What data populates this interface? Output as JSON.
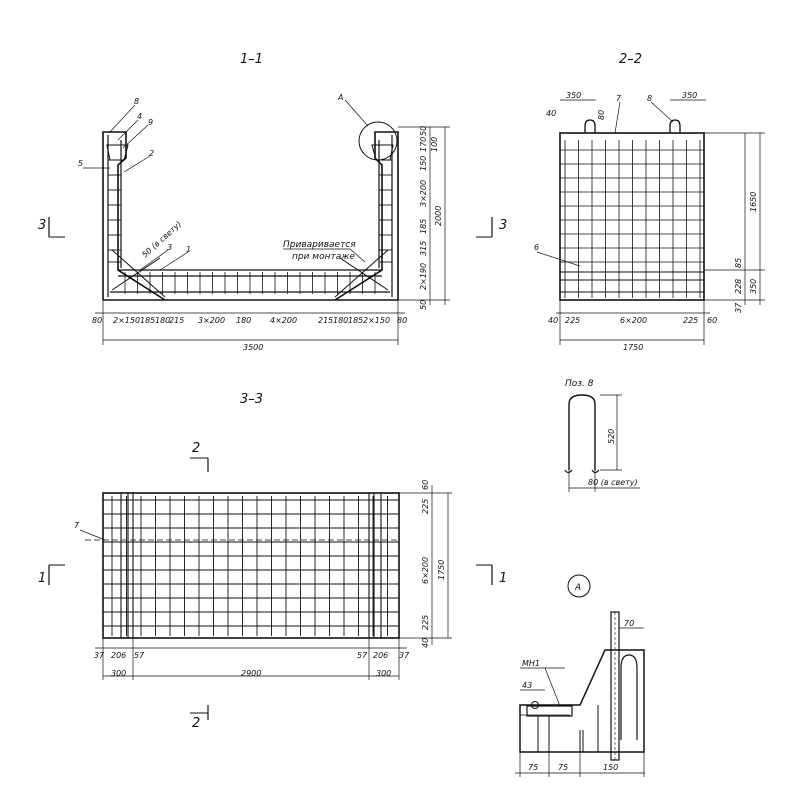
{
  "sec11": {
    "title": "1–1",
    "labels": {
      "p8": "8",
      "p4": "4",
      "p9": "9",
      "p5": "5",
      "p2": "2",
      "p3": "3",
      "p1": "1",
      "pA": "A"
    },
    "note_weld": "Приваривается",
    "note_weld2": "при монтаже",
    "note_clear": "50 (в свету)",
    "dims_bottom": [
      "80",
      "2×150",
      "185",
      "180",
      "215",
      "3×200",
      "180",
      "4×200",
      "215",
      "180",
      "185",
      "2×150",
      "80"
    ],
    "dim_total": "3500",
    "dims_right": [
      "50",
      "170",
      "100",
      "150",
      "3×200",
      "185",
      "315",
      "2×190",
      "50"
    ],
    "dim_height": "2000",
    "cut_label": "3"
  },
  "sec22": {
    "title": "2–2",
    "labels": {
      "p7": "7",
      "p8": "8",
      "p6": "6"
    },
    "dims_top": [
      "350",
      "350",
      "80",
      "40"
    ],
    "dims_bottom": [
      "40",
      "225",
      "6×200",
      "225",
      "60"
    ],
    "dim_total": "1750",
    "dims_right": [
      "1650",
      "85",
      "228",
      "350",
      "37"
    ],
    "cut_label": "3"
  },
  "sec33": {
    "title": "3–3",
    "label_p7": "7",
    "cut_top": "2",
    "cut_bottom": "2",
    "cut_left": "1",
    "cut_right": "1",
    "dims_bottom": [
      "37",
      "206",
      "57",
      "57",
      "206",
      "37"
    ],
    "dims_total": [
      "300",
      "2900",
      "300"
    ],
    "dims_right": [
      "60",
      "225",
      "6×200",
      "225",
      "40"
    ],
    "dim_height": "1750"
  },
  "pos8": {
    "title": "Поз. 8",
    "dim_h": "520",
    "dim_w": "80 (в свету)"
  },
  "detailA": {
    "title": "A",
    "label_mn": "МН1",
    "dims": [
      "70",
      "43",
      "75",
      "75",
      "150"
    ]
  }
}
